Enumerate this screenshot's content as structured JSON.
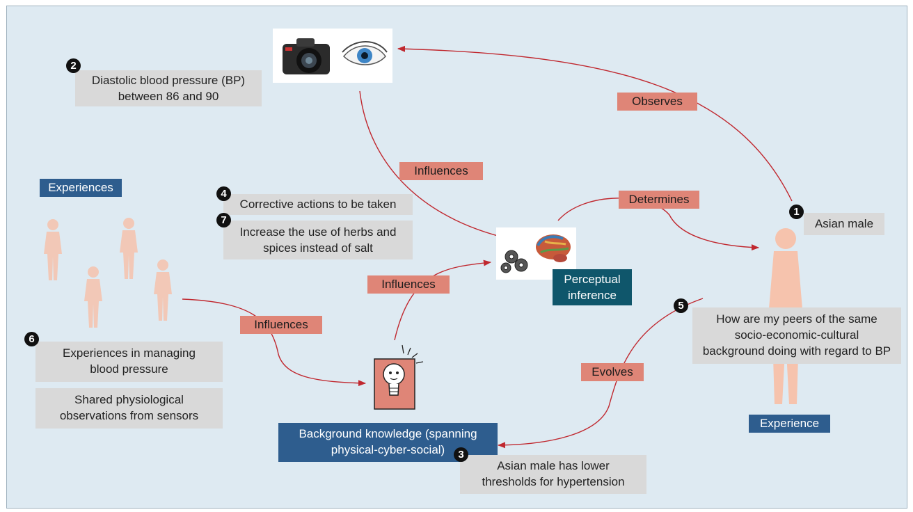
{
  "edge_labels": {
    "observes": "Observes",
    "influences_top": "Influences",
    "determines": "Determines",
    "influences_mid": "Influences",
    "influences_left": "Influences",
    "evolves": "Evolves"
  },
  "blue_labels": {
    "experiences": "Experiences",
    "experience": "Experience",
    "background_line1": "Background knowledge (spanning",
    "background_line2": "physical-cyber-social)"
  },
  "perceptual": {
    "line1": "Perceptual",
    "line2": "inference"
  },
  "annotations": {
    "n1": {
      "num": "1",
      "text": "Asian male"
    },
    "n2": {
      "num": "2",
      "line1": "Diastolic blood pressure (BP)",
      "line2": "between 86 and 90"
    },
    "n3": {
      "num": "3",
      "line1": "Asian male has lower",
      "line2": "thresholds for hypertension"
    },
    "n4": {
      "num": "4",
      "text": "Corrective actions to be taken"
    },
    "n5": {
      "num": "5",
      "line1": "How are my peers of the same",
      "line2": "socio-economic-cultural",
      "line3": "background doing with regard to BP"
    },
    "n6": {
      "num": "6",
      "line1": "Experiences in managing",
      "line2": "blood pressure"
    },
    "n7": {
      "num": "7",
      "line1": "Increase the use of herbs and",
      "line2": "spices instead of salt"
    },
    "shared_line1": "Shared physiological",
    "shared_line2": "observations from sensors"
  },
  "colors": {
    "background": "#deeaf2",
    "arrow": "#c0282f",
    "edge_label": "#df8577",
    "knowledge_blue": "#2e5d8e",
    "inference_teal": "#0f566b",
    "annotation_gray": "#d9d9d9",
    "person": "#f6c3ad"
  },
  "icons": [
    "camera-icon",
    "eye-icon",
    "gears-icon",
    "brain-icon",
    "lightbulb-icon",
    "person-icon"
  ]
}
